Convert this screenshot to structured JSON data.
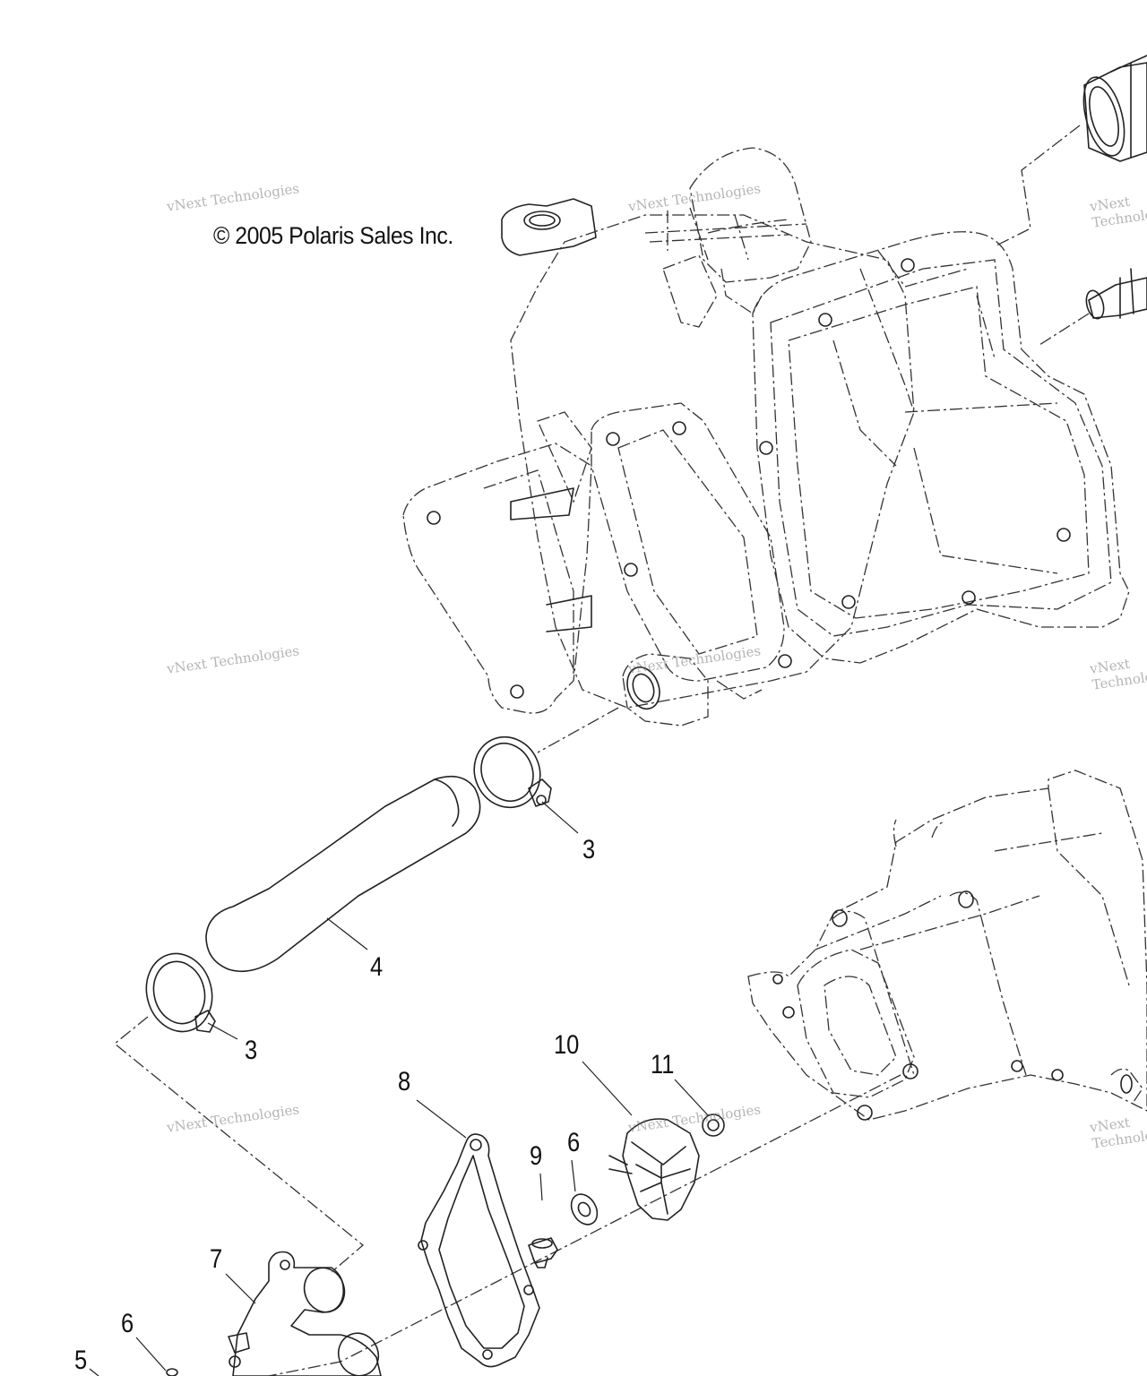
{
  "copyright": "© 2005 Polaris Sales Inc.",
  "watermark": {
    "line1": "vNext Technologies",
    "line2": "vNext",
    "line3": "Technologies"
  },
  "callouts": [
    {
      "id": "3a",
      "label": "3"
    },
    {
      "id": "4",
      "label": "4"
    },
    {
      "id": "3b",
      "label": "3"
    },
    {
      "id": "8",
      "label": "8"
    },
    {
      "id": "10",
      "label": "10"
    },
    {
      "id": "11",
      "label": "11"
    },
    {
      "id": "9",
      "label": "9"
    },
    {
      "id": "6a",
      "label": "6"
    },
    {
      "id": "7",
      "label": "7"
    },
    {
      "id": "6b",
      "label": "6"
    },
    {
      "id": "5",
      "label": "5"
    }
  ]
}
